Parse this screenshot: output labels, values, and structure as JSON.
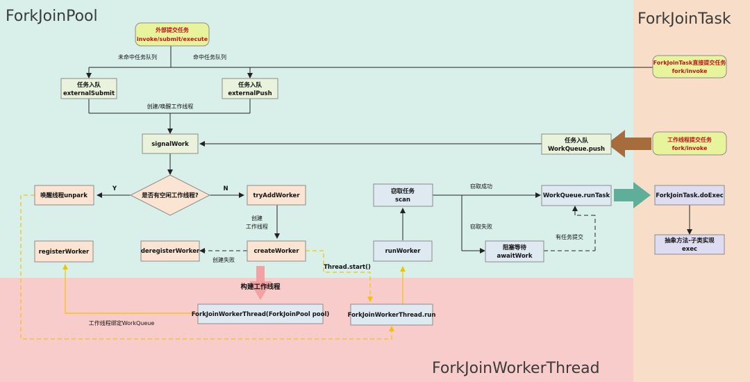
{
  "regions": {
    "pool": "ForkJoinPool",
    "task": "ForkJoinTask",
    "thread": "ForkJoinWorkerThread"
  },
  "nodes": {
    "external_submit_task": {
      "line1": "外部提交任务",
      "line2": "invoke/submit/execute"
    },
    "task_enqueue_submit": {
      "line1": "任务入队",
      "line2": "externalSubmit"
    },
    "task_enqueue_push": {
      "line1": "任务入队",
      "line2": "externalPush"
    },
    "signal_work": {
      "line1": "signalWork"
    },
    "workqueue_push": {
      "line1": "任务入队",
      "line2": "WorkQueue.push"
    },
    "forkjointask_submit": {
      "line1": "ForkJoinTask直接提交任务",
      "line2": "fork/invoke"
    },
    "worker_thread_submit": {
      "line1": "工作线程提交任务",
      "line2": "fork/invoke"
    },
    "idle_worker_decision": {
      "line1": "是否有空闲工作线程?"
    },
    "unpark": {
      "line1": "唤醒线程unpark"
    },
    "try_add_worker": {
      "line1": "tryAddWorker"
    },
    "steal_task": {
      "line1": "窃取任务",
      "line2": "scan"
    },
    "run_task": {
      "line1": "WorkQueue.runTask"
    },
    "do_exec": {
      "line1": "ForkJoinTask.doExec"
    },
    "abstract_exec": {
      "line1": "抽象方法-子类实现",
      "line2": "exec"
    },
    "register_worker": {
      "line1": "registerWorker"
    },
    "deregister_worker": {
      "line1": "deregisterWorker"
    },
    "create_worker": {
      "line1": "createWorker"
    },
    "run_worker": {
      "line1": "runWorker"
    },
    "await_work": {
      "line1": "阻塞等待",
      "line2": "awaitWork"
    },
    "worker_thread_ctor": {
      "line1": "ForkJoinWorkerThread(ForkJoinPool pool)"
    },
    "worker_thread_run": {
      "line1": "ForkJoinWorkerThread.run"
    }
  },
  "edge_labels": {
    "queue_miss": "未命中任务队列",
    "queue_hit": "命中任务队列",
    "create_wake": "创建/唤醒工作线程",
    "yes": "Y",
    "no": "N",
    "create_line1": "创建",
    "create_line2": "工作线程",
    "create_failed": "创建失败",
    "thread_start": "Thread.start()",
    "build_thread": "构建工作线程",
    "bind_workqueue": "工作线程绑定WorkQueue",
    "steal_success": "窃取成功",
    "steal_failed": "窃取失败",
    "task_submitted": "有任务提交"
  },
  "colors": {
    "pool_bg": "#d9f0ea",
    "task_bg": "#f8ddc8",
    "thread_bg": "#f9cccc",
    "box_green": "#eaf2dc",
    "box_orange": "#fbe4d2",
    "box_blue": "#dfe9f2",
    "box_purple": "#dedcf0",
    "box_yellow_green": "#e8f49c",
    "yellow_line": "#f2c200",
    "arrow_brown": "#a66c3c",
    "arrow_teal": "#5fae9a",
    "arrow_pink": "#f3a2a4"
  }
}
